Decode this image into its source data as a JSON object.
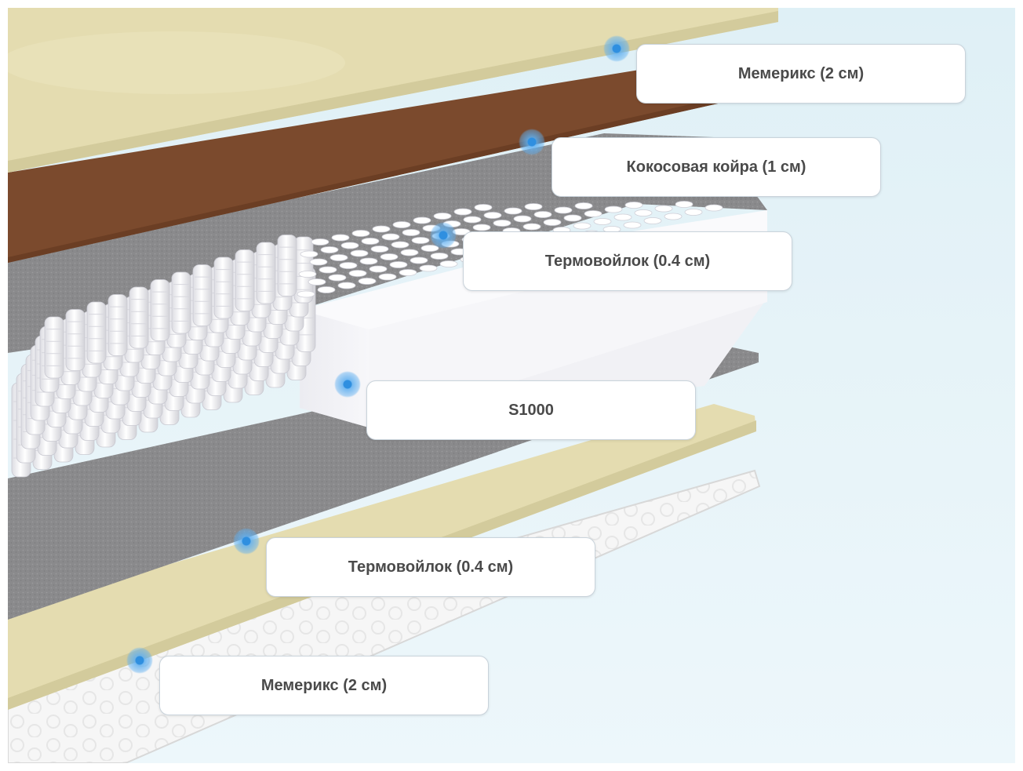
{
  "image": {
    "description_colors": {
      "background": "#e4f2f7",
      "memorix": "#e4dcb0",
      "coir": "#7b4a2d",
      "felt": "#8b8b8c",
      "springs": "#f4f4f6",
      "cover": "#f7f7f7",
      "marker": "#3a95e4"
    }
  },
  "callouts": [
    {
      "label": "Мемерикс (2 см)",
      "icon": "marker-dot"
    },
    {
      "label": "Кокосовая койра (1 см)",
      "icon": "marker-dot"
    },
    {
      "label": "Термовойлок (0.4 см)",
      "icon": "marker-dot"
    },
    {
      "label": "S1000",
      "icon": "marker-dot"
    },
    {
      "label": "Термовойлок (0.4 см)",
      "icon": "marker-dot"
    },
    {
      "label": "Мемерикс (2 см)",
      "icon": "marker-dot"
    }
  ]
}
